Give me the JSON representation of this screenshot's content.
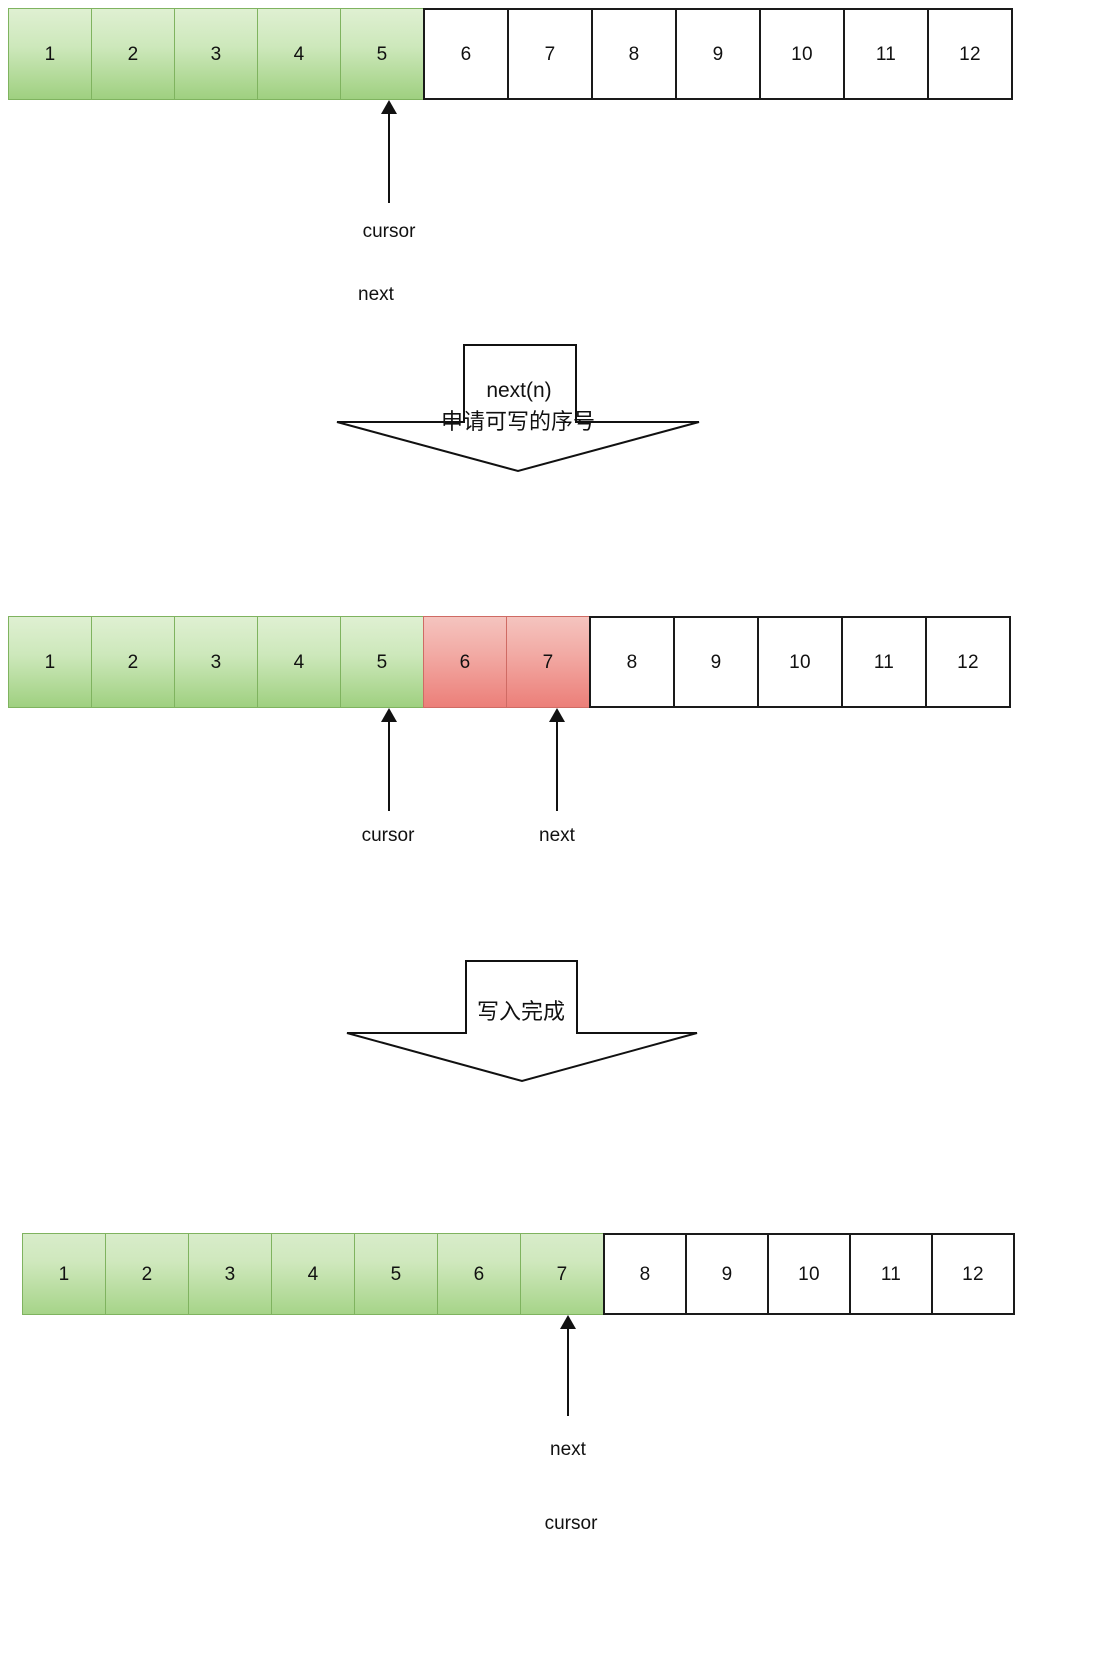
{
  "diagram": {
    "title": "Ring buffer sequence allocation (Disruptor)",
    "colors": {
      "green_fill_top": "#dff0d2",
      "green_fill_bottom": "#9fd080",
      "green_border": "#7fb35f",
      "red_fill_top": "#f5c4bf",
      "red_fill_bottom": "#ec7f79",
      "red_border": "#cf6b64",
      "white_fill": "#ffffff",
      "stroke": "#111111"
    }
  },
  "rows": [
    {
      "id": "row-initial",
      "cells": [
        {
          "label": "1",
          "state": "green"
        },
        {
          "label": "2",
          "state": "green"
        },
        {
          "label": "3",
          "state": "green"
        },
        {
          "label": "4",
          "state": "green"
        },
        {
          "label": "5",
          "state": "green"
        },
        {
          "label": "6",
          "state": "white"
        },
        {
          "label": "7",
          "state": "white"
        },
        {
          "label": "8",
          "state": "white"
        },
        {
          "label": "9",
          "state": "white"
        },
        {
          "label": "10",
          "state": "white"
        },
        {
          "label": "11",
          "state": "white"
        },
        {
          "label": "12",
          "state": "white"
        }
      ],
      "pointers": [
        {
          "name": "cursor",
          "labels": [
            "cursor",
            "next"
          ]
        }
      ]
    },
    {
      "id": "row-claimed",
      "cells": [
        {
          "label": "1",
          "state": "green"
        },
        {
          "label": "2",
          "state": "green"
        },
        {
          "label": "3",
          "state": "green"
        },
        {
          "label": "4",
          "state": "green"
        },
        {
          "label": "5",
          "state": "green"
        },
        {
          "label": "6",
          "state": "red"
        },
        {
          "label": "7",
          "state": "red"
        },
        {
          "label": "8",
          "state": "white"
        },
        {
          "label": "9",
          "state": "white"
        },
        {
          "label": "10",
          "state": "white"
        },
        {
          "label": "11",
          "state": "white"
        },
        {
          "label": "12",
          "state": "white"
        }
      ],
      "pointers": [
        {
          "name": "cursor",
          "labels": [
            "cursor"
          ]
        },
        {
          "name": "next",
          "labels": [
            "next"
          ]
        }
      ]
    },
    {
      "id": "row-published",
      "cells": [
        {
          "label": "1",
          "state": "green"
        },
        {
          "label": "2",
          "state": "green"
        },
        {
          "label": "3",
          "state": "green"
        },
        {
          "label": "4",
          "state": "green"
        },
        {
          "label": "5",
          "state": "green"
        },
        {
          "label": "6",
          "state": "green"
        },
        {
          "label": "7",
          "state": "green"
        },
        {
          "label": "8",
          "state": "white"
        },
        {
          "label": "9",
          "state": "white"
        },
        {
          "label": "10",
          "state": "white"
        },
        {
          "label": "11",
          "state": "white"
        },
        {
          "label": "12",
          "state": "white"
        }
      ],
      "pointers": [
        {
          "name": "next",
          "labels": [
            "next",
            "cursor"
          ]
        }
      ]
    }
  ],
  "transitions": [
    {
      "id": "transition-claim",
      "line1": "next(n)",
      "line2": "申请可写的序号"
    },
    {
      "id": "transition-publish",
      "line1": "写入完成",
      "line2": ""
    }
  ],
  "labels": {
    "r1_cursor": "cursor",
    "r1_next": "next",
    "r2_cursor": "cursor",
    "r2_next": "next",
    "r3_next": "next",
    "r3_cursor": "cursor"
  },
  "cell_text": {
    "r1": [
      "1",
      "2",
      "3",
      "4",
      "5",
      "6",
      "7",
      "8",
      "9",
      "10",
      "11",
      "12"
    ],
    "r2": [
      "1",
      "2",
      "3",
      "4",
      "5",
      "6",
      "7",
      "8",
      "9",
      "10",
      "11",
      "12"
    ],
    "r3": [
      "1",
      "2",
      "3",
      "4",
      "5",
      "6",
      "7",
      "8",
      "9",
      "10",
      "11",
      "12"
    ]
  },
  "transition_text": {
    "t1_line1": "next(n)",
    "t1_line2": "申请可写的序号",
    "t2_line1": "写入完成"
  }
}
